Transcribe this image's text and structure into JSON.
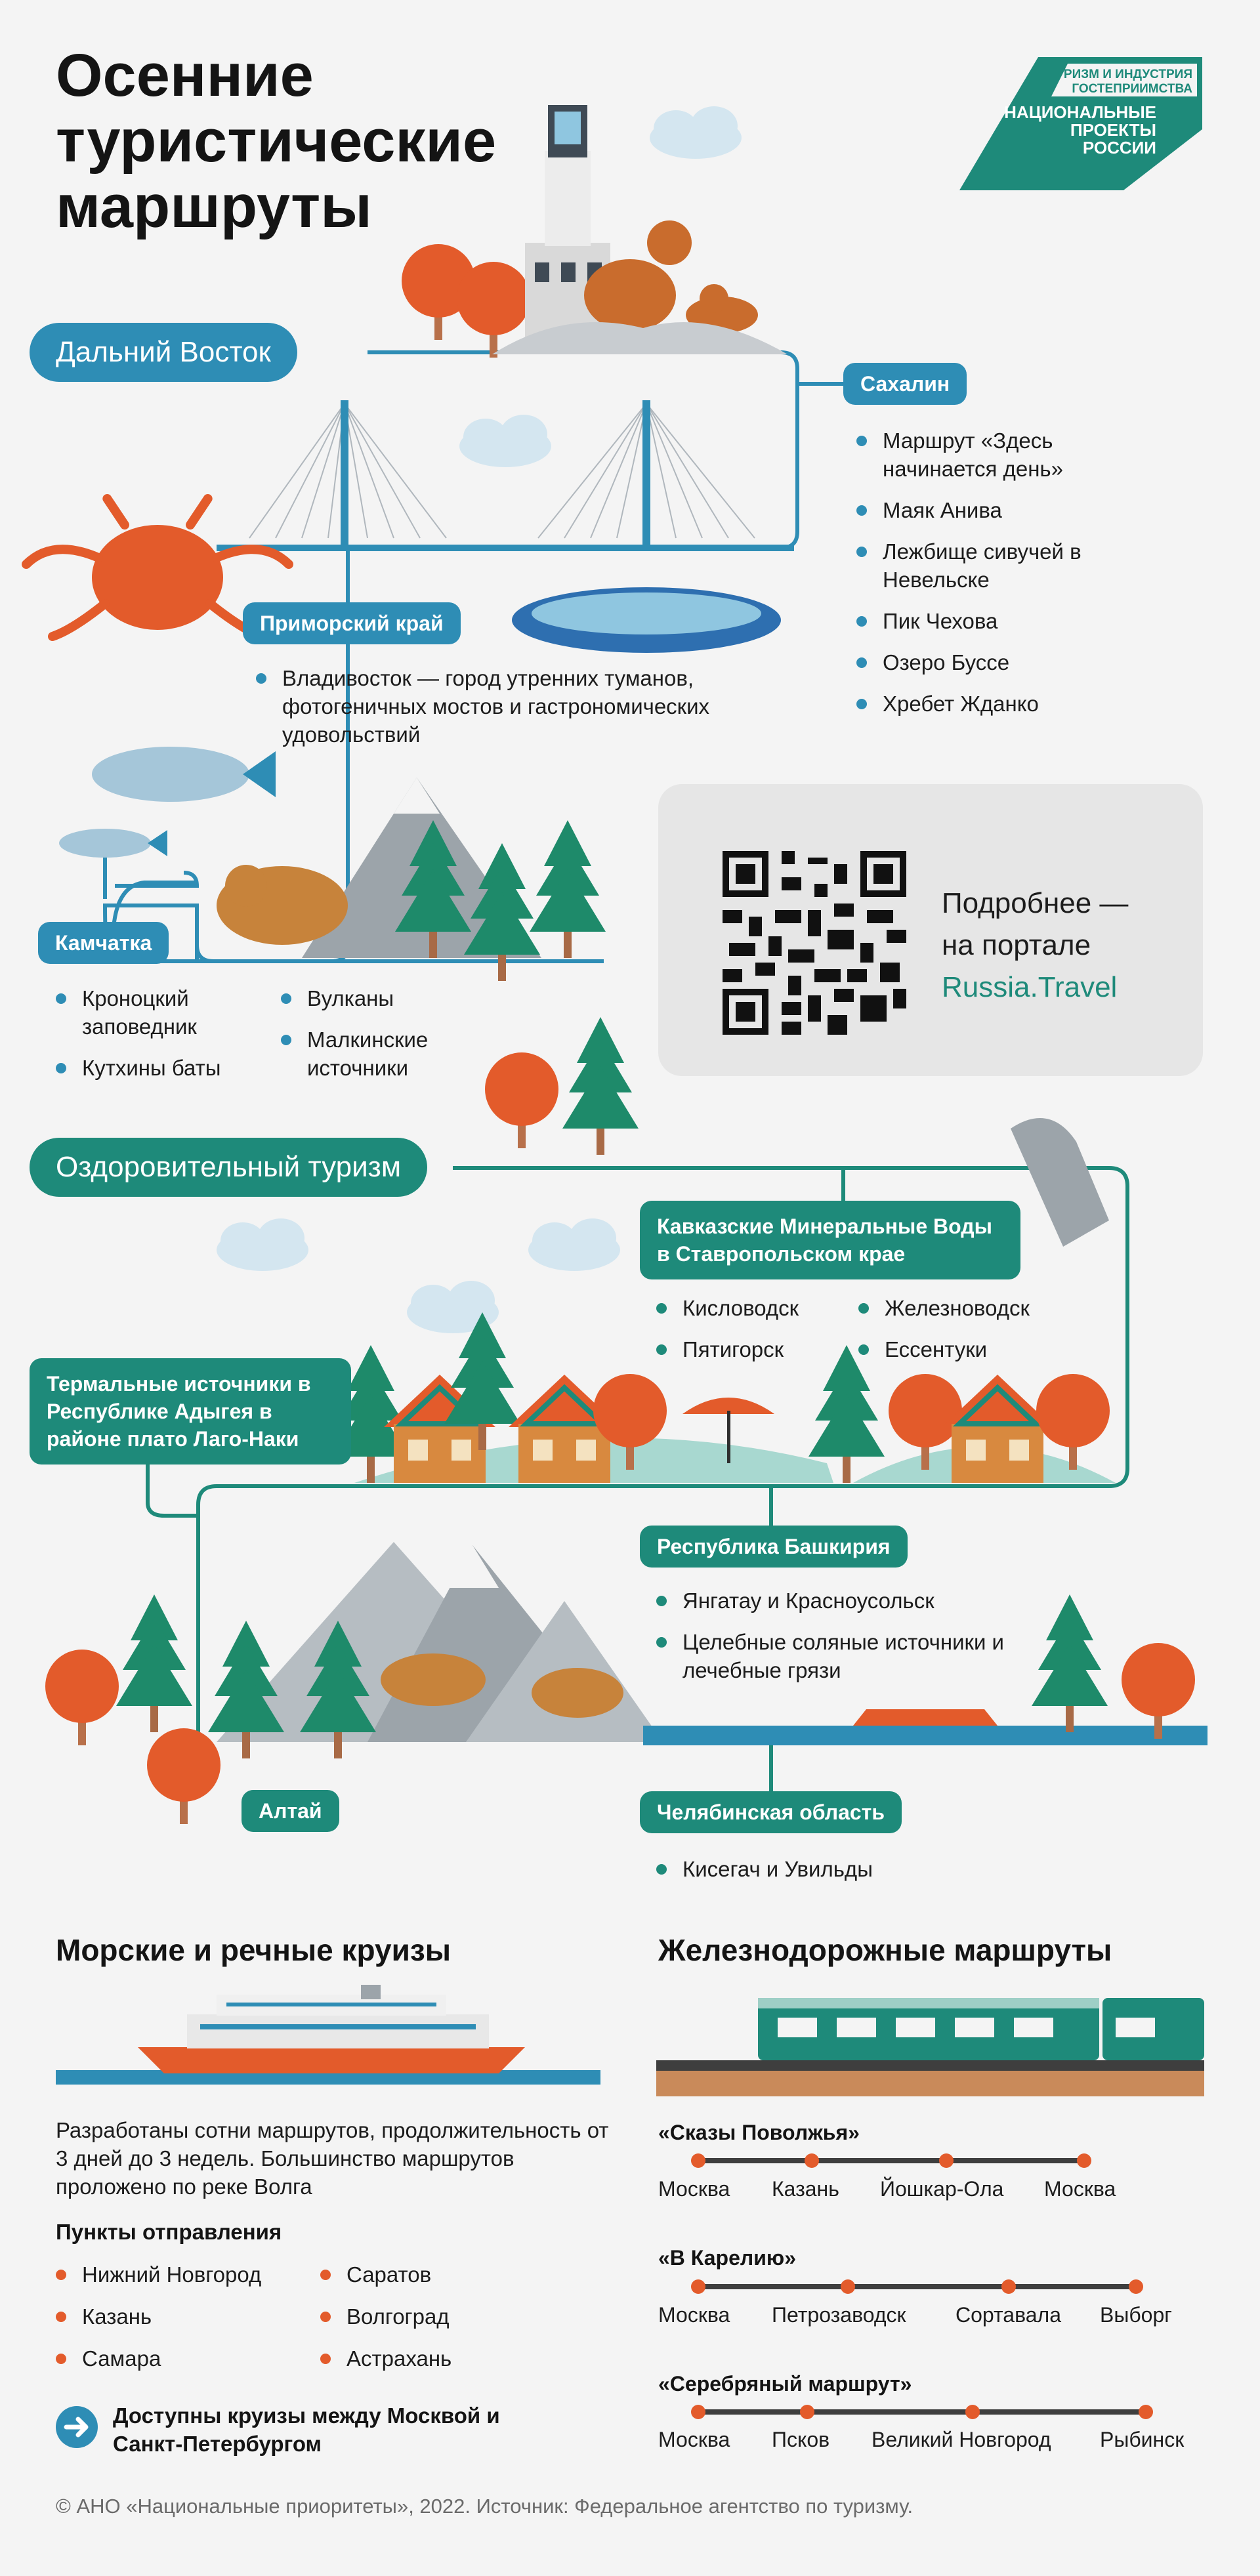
{
  "title_lines": [
    "Осенние",
    "туристические",
    "маршруты"
  ],
  "logo": {
    "top_line1": "ТУРИЗМ И ИНДУСТРИЯ",
    "top_line2": "ГОСТЕПРИИМСТВА",
    "main_line1": "НАЦИОНАЛЬНЫЕ",
    "main_line2": "ПРОЕКТЫ",
    "main_line3": "РОССИИ"
  },
  "far_east": {
    "label": "Дальний Восток",
    "sakhalin": {
      "label": "Сахалин",
      "items": [
        "Маршрут «Здесь начинается день»",
        "Маяк Анива",
        "Лежбище сивучей в Невельске",
        "Пик Чехова",
        "Озеро Буссе",
        "Хребет Жданко"
      ]
    },
    "primorsky": {
      "label": "Приморский край",
      "items": [
        "Владивосток — город утренних туманов, фотогеничных мостов и гастрономических удовольствий"
      ]
    },
    "kamchatka": {
      "label": "Камчатка",
      "items_col1": [
        "Кроноцкий заповедник",
        "Кутхины баты"
      ],
      "items_col2": [
        "Вулканы",
        "Малкинские источники"
      ]
    }
  },
  "qr": {
    "text_line1": "Подробнее —",
    "text_line2": "на портале",
    "link": "Russia.Travel"
  },
  "health": {
    "label": "Оздоровительный туризм",
    "kmv": {
      "label": "Кавказские Минеральные Воды в Ставропольском крае",
      "items_col1": [
        "Кисловодск",
        "Пятигорск"
      ],
      "items_col2": [
        "Железноводск",
        "Ессентуки"
      ]
    },
    "adygea": {
      "label": "Термальные источники в Республике Адыгея в районе плато Лаго-Наки"
    },
    "bashkiria": {
      "label": "Республика Башкирия",
      "items": [
        "Янгатау и Красноусольск",
        "Целебные соляные источники и лечебные грязи"
      ]
    },
    "altai": {
      "label": "Алтай"
    },
    "chelyabinsk": {
      "label": "Челябинская область",
      "items": [
        "Кисегач и Увильды"
      ]
    }
  },
  "cruises": {
    "title": "Морские и речные круизы",
    "description": "Разработаны сотни маршрутов, продолжительность от 3 дней до 3 недель. Большинство маршрутов проложено по реке Волга",
    "departure_title": "Пункты отправления",
    "departures_col1": [
      "Нижний Новгород",
      "Казань",
      "Самара"
    ],
    "departures_col2": [
      "Саратов",
      "Волгоград",
      "Астрахань"
    ],
    "note": "Доступны круизы между Москвой и Санкт-Петербургом"
  },
  "rail": {
    "title": "Железнодорожные маршруты",
    "routes": [
      {
        "name": "«Сказы Поволжья»",
        "stops": [
          "Москва",
          "Казань",
          "Йошкар-Ола",
          "Москва"
        ]
      },
      {
        "name": "«В Карелию»",
        "stops": [
          "Москва",
          "Петрозаводск",
          "Сортавала",
          "Выборг"
        ]
      },
      {
        "name": "«Серебряный маршрут»",
        "stops": [
          "Москва",
          "Псков",
          "Великий Новгород",
          "Рыбинск"
        ]
      }
    ]
  },
  "footer": "© АНО «Национальные приоритеты», 2022. Источник: Федеральное агентство по туризму.",
  "colors": {
    "blue": "#2e8db5",
    "teal": "#1e8a7a",
    "orange": "#e35b2b",
    "background": "#f4f4f4"
  }
}
